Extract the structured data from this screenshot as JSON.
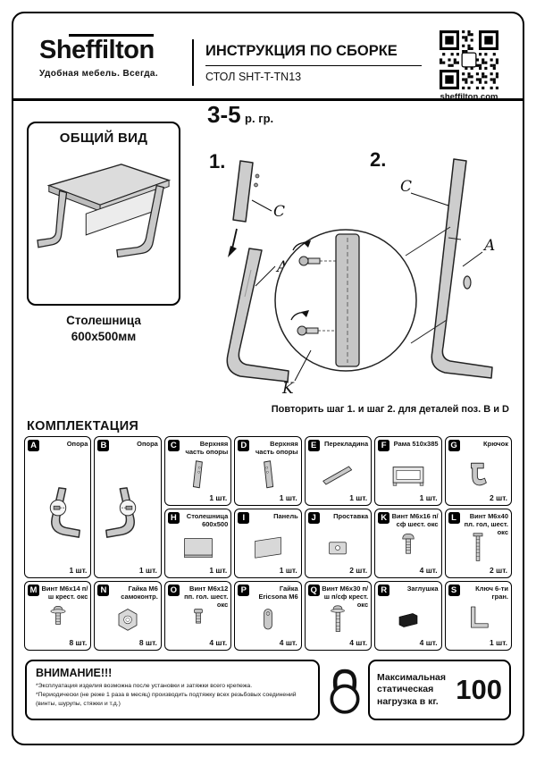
{
  "header": {
    "brand": "Sheffilton",
    "tagline": "Удобная мебель. Всегда.",
    "title": "ИНСТРУКЦИЯ ПО СБОРКЕ",
    "subtitle": "СТОЛ SHT-T-TN13",
    "website": "sheffilton.com"
  },
  "age_group": {
    "value": "3-5",
    "suffix": "р. гр."
  },
  "overview": {
    "title": "ОБЩИЙ ВИД",
    "caption_line1": "Столешница",
    "caption_line2": "600х500мм"
  },
  "steps": {
    "step1": "1.",
    "step2": "2.",
    "label_c1": "C",
    "label_a1": "A",
    "label_c2": "C",
    "label_a2": "A",
    "label_k": "K",
    "repeat_note": "Повторить шаг 1. и шаг 2. для деталей поз. В и D"
  },
  "kit": {
    "title": "КОМПЛЕКТАЦИЯ",
    "parts": [
      {
        "letter": "A",
        "name": "Опора",
        "qty": "1 шт."
      },
      {
        "letter": "B",
        "name": "Опора",
        "qty": "1 шт."
      },
      {
        "letter": "C",
        "name": "Верхняя часть опоры",
        "qty": "1 шт."
      },
      {
        "letter": "D",
        "name": "Верхняя часть опоры",
        "qty": "1 шт."
      },
      {
        "letter": "E",
        "name": "Перекладина",
        "qty": "1 шт."
      },
      {
        "letter": "F",
        "name": "Рама 510х385",
        "qty": "1 шт."
      },
      {
        "letter": "G",
        "name": "Крючок",
        "qty": "2 шт."
      },
      {
        "letter": "H",
        "name": "Столешница 600х500",
        "qty": "1 шт."
      },
      {
        "letter": "I",
        "name": "Панель",
        "qty": "1 шт."
      },
      {
        "letter": "J",
        "name": "Проставка",
        "qty": "2 шт."
      },
      {
        "letter": "K",
        "name": "Винт М6х16 п/сф шест. окс",
        "qty": "4 шт."
      },
      {
        "letter": "L",
        "name": "Винт М6х40 пл. гол, шест. окс",
        "qty": "2 шт."
      },
      {
        "letter": "M",
        "name": "Винт М6х14 п/ш крест. окс",
        "qty": "8 шт."
      },
      {
        "letter": "N",
        "name": "Гайка М6 самоконтр.",
        "qty": "8 шт."
      },
      {
        "letter": "O",
        "name": "Винт М6х12 пп. гол. шест. окс",
        "qty": "4 шт."
      },
      {
        "letter": "P",
        "name": "Гайка Ericsona M6",
        "qty": "4 шт."
      },
      {
        "letter": "Q",
        "name": "Винт М6х30 п/ш п/сф крест. окс",
        "qty": "4 шт."
      },
      {
        "letter": "R",
        "name": "Заглушка",
        "qty": "4 шт."
      },
      {
        "letter": "S",
        "name": "Ключ 6-ти гран.",
        "qty": "1 шт."
      }
    ]
  },
  "warning": {
    "title": "ВНИМАНИЕ!!!",
    "note1": "*Эксплуатация изделия возможна после установки и затяжки всего крепежа.",
    "note2": "*Периодически (не реже 1 раза в месяц) производить подтяжку всех резьбовых соединений (винты, шурупы, стяжки и т.д.)",
    "load_label": "Максимальная статическая нагрузка в кг.",
    "load_value": "100"
  }
}
